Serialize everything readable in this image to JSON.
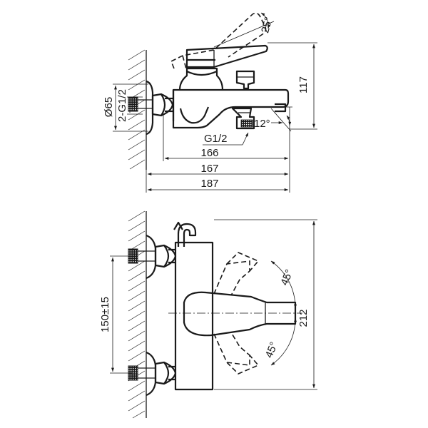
{
  "side_view": {
    "lever_angle": "25°",
    "wall_diameter": "Ø65",
    "connection_thread": "2-G1/2",
    "height": "117",
    "spout_angle": "12°",
    "outlet_thread": "G1/2",
    "dim_166": "166",
    "dim_167": "167",
    "dim_187": "187"
  },
  "front_view": {
    "centre_distance": "150±15",
    "lever_angle_upper": "45°",
    "lever_angle_lower": "45°",
    "height": "212"
  }
}
